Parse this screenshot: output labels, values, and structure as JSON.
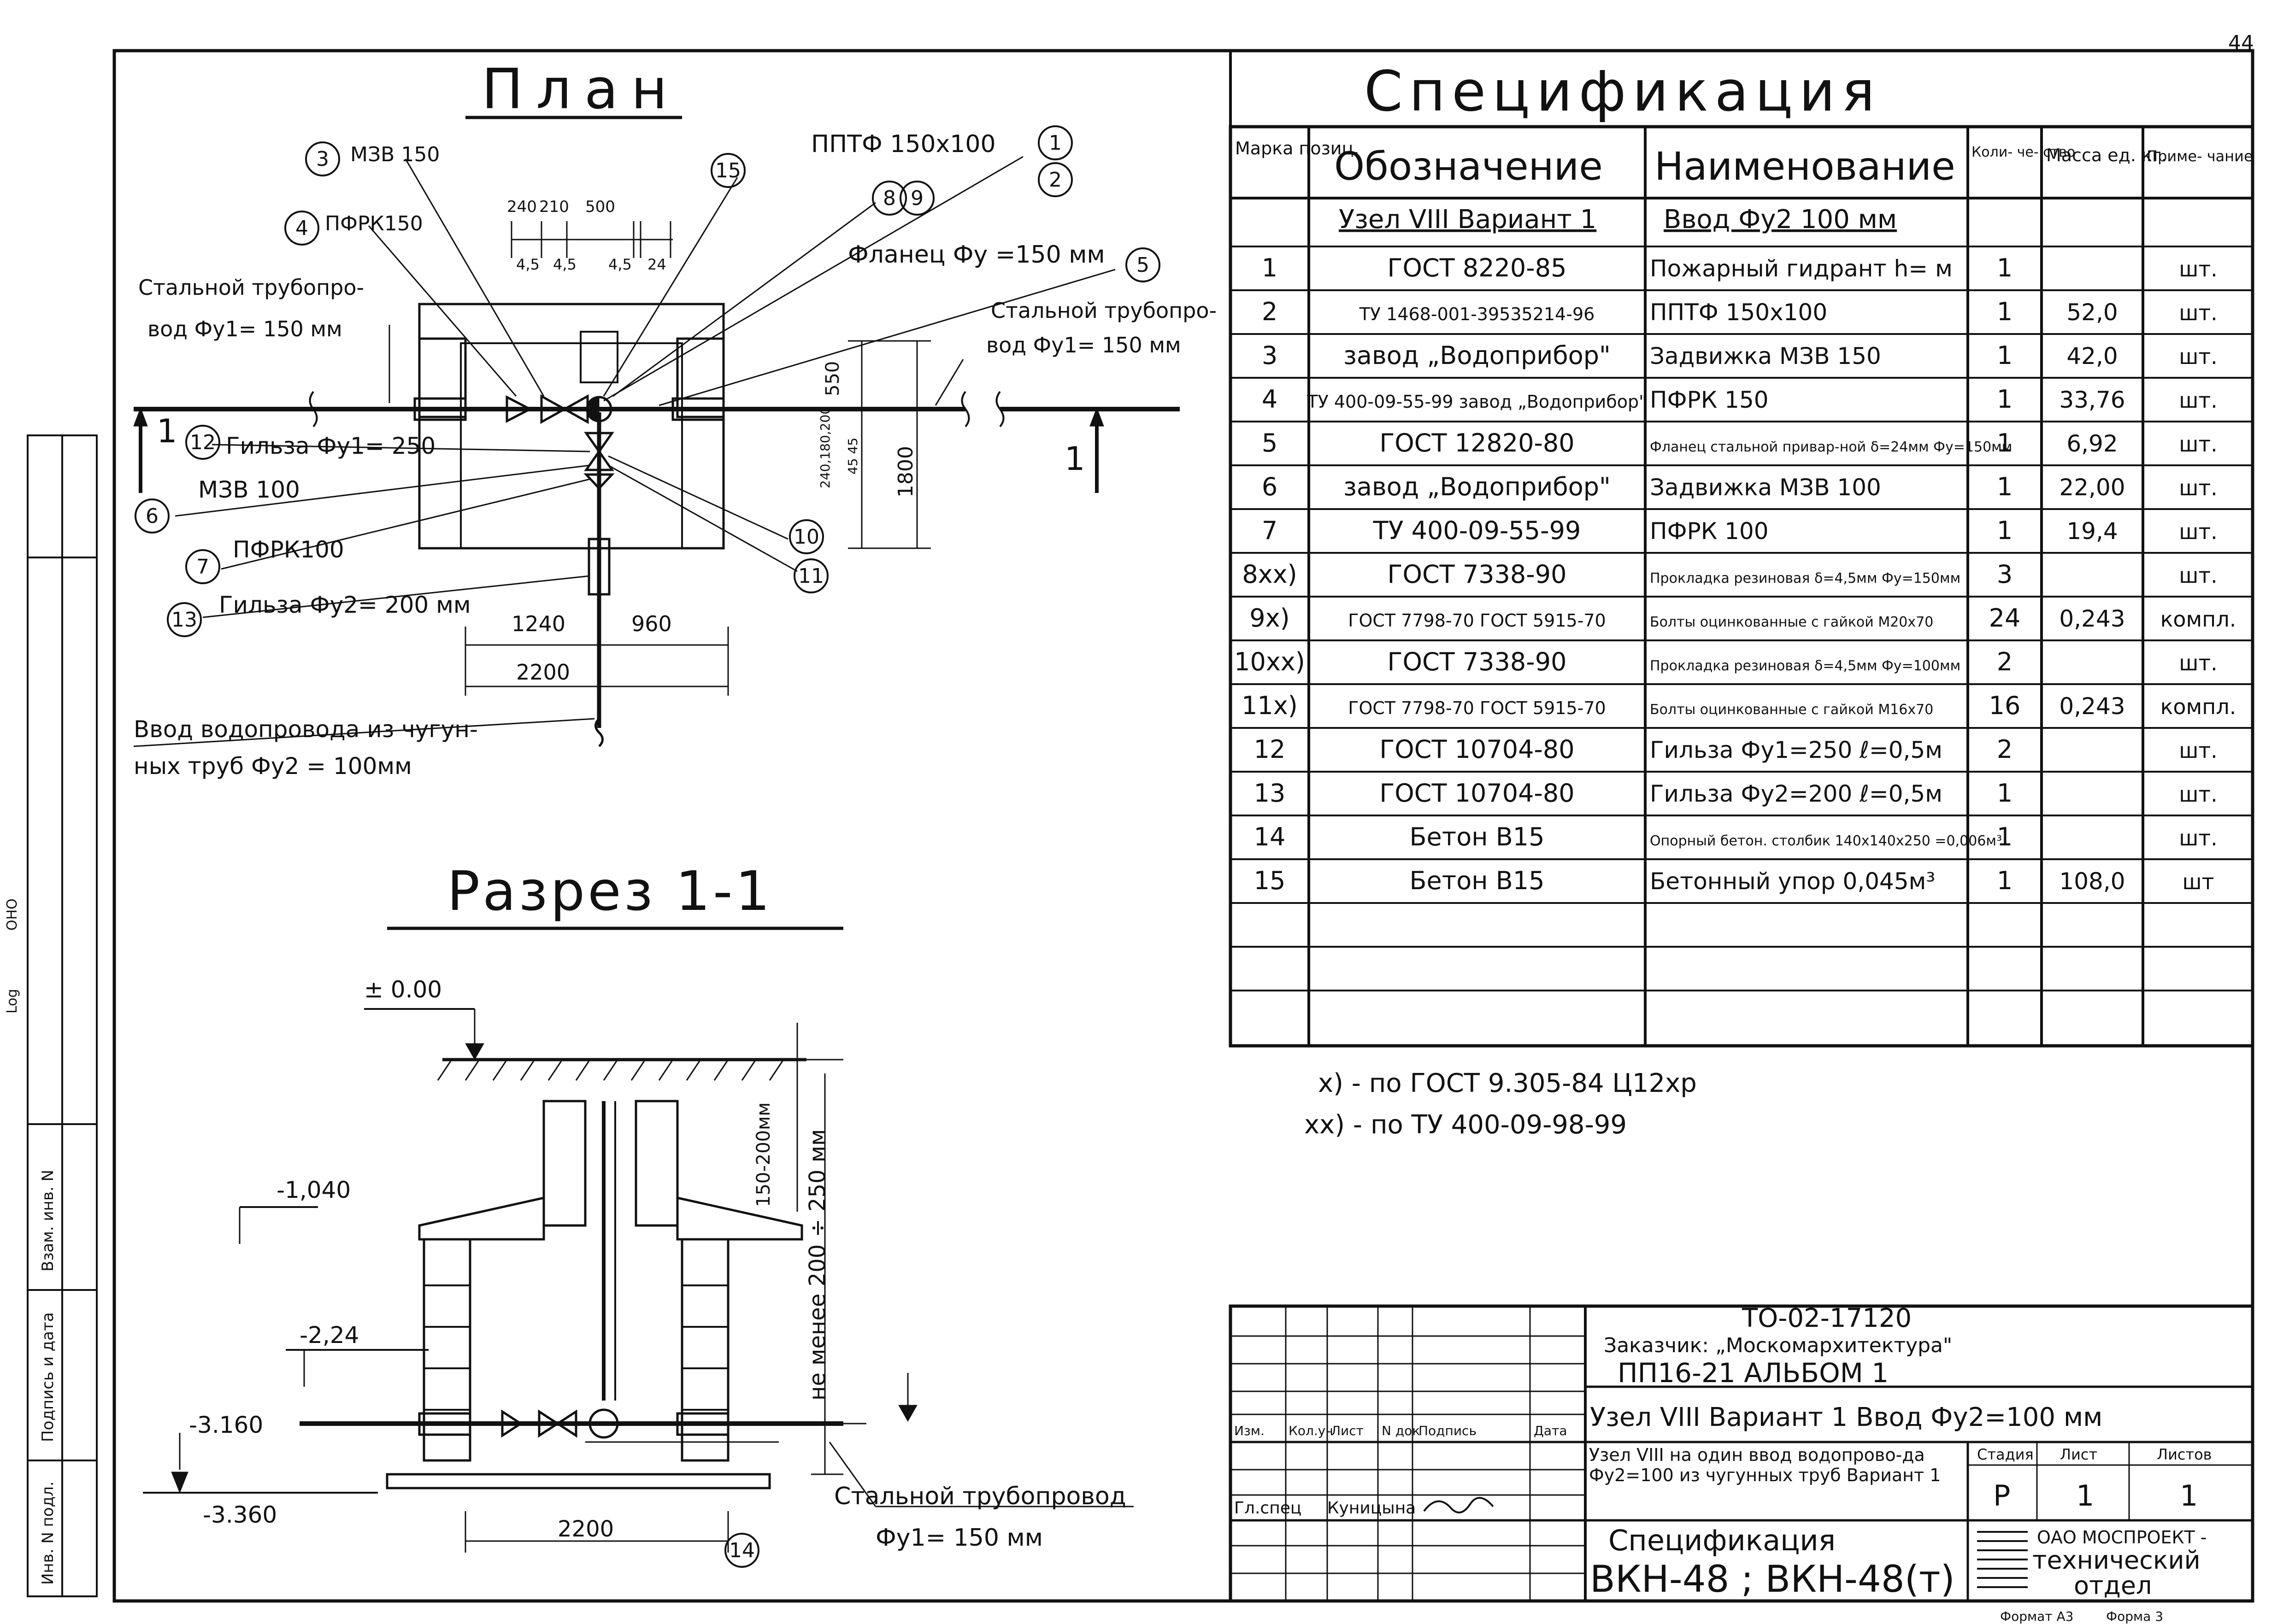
{
  "page_number": "44",
  "plan": {
    "title": "План",
    "labels": {
      "mzv150": "МЗВ 150",
      "pfrk150": "ПФРК150",
      "pptf": "ППТФ 150х100",
      "flange": "Фланец Фу =150 мм",
      "pipe_left_1": "Стальной трубопро-",
      "pipe_left_2": "вод Фу1= 150 мм",
      "pipe_right_1": "Стальной трубопро-",
      "pipe_right_2": "вод Фу1= 150 мм",
      "sleeve250": "Гильза Фу1= 250",
      "mzv100": "МЗВ 100",
      "pfrk100": "ПФРК100",
      "sleeve200": "Гильза Фу2= 200 мм",
      "inlet_1": "Ввод водопровода из чугун-",
      "inlet_2": "ных труб Фу2 = 100мм",
      "section_mark": "1"
    },
    "dims": {
      "d240": "240",
      "d210": "210",
      "d500": "500",
      "d45a": "4,5",
      "d45b": "4,5",
      "d45c": "4,5",
      "d24": "24",
      "d550": "550",
      "d1800": "1800",
      "dsmall": "240,180,200",
      "d4545": "45 45",
      "d1240": "1240",
      "d960": "960",
      "d2200": "2200"
    },
    "callouts": [
      "1",
      "2",
      "3",
      "4",
      "5",
      "6",
      "7",
      "8",
      "9",
      "10",
      "11",
      "12",
      "13",
      "15"
    ]
  },
  "section": {
    "title": "Разрез 1-1",
    "levels": {
      "l0": "± 0.00",
      "l1": "-1,040",
      "l2": "-2,24",
      "l3": "-3.160",
      "l4": "-3.360"
    },
    "dims": {
      "v1": "150-200мм",
      "v2": "не менее 200 ÷ 250 мм",
      "d2200": "2200"
    },
    "pipe_1": "Стальной трубопровод",
    "pipe_2": "Фу1= 150 мм",
    "callout": "14"
  },
  "spec": {
    "title": "Спецификация",
    "headers": {
      "mark": "Марка позиц.",
      "designation": "Обозначение",
      "name": "Наименование",
      "qty": "Коли- че- ство",
      "mass": "Масса ед. кг.",
      "note": "Приме- чание"
    },
    "subheader": {
      "designation": "Узел VIII Вариант 1",
      "name": "Ввод Фу2 100 мм"
    },
    "rows": [
      {
        "pos": "1",
        "designation": "ГОСТ 8220-85",
        "name": "Пожарный гидрант h= м",
        "qty": "1",
        "mass": "",
        "note": "шт."
      },
      {
        "pos": "2",
        "designation": "ТУ 1468-001-39535214-96",
        "name": "ППТФ 150х100",
        "qty": "1",
        "mass": "52,0",
        "note": "шт."
      },
      {
        "pos": "3",
        "designation": "завод „Водоприбор\"",
        "name": "Задвижка МЗВ 150",
        "qty": "1",
        "mass": "42,0",
        "note": "шт."
      },
      {
        "pos": "4",
        "designation": "ТУ 400-09-55-99 завод „Водоприбор\"",
        "name": "ПФРК 150",
        "qty": "1",
        "mass": "33,76",
        "note": "шт."
      },
      {
        "pos": "5",
        "designation": "ГОСТ 12820-80",
        "name": "Фланец стальной привар-ной δ=24мм Фу=150мм",
        "qty": "1",
        "mass": "6,92",
        "note": "шт."
      },
      {
        "pos": "6",
        "designation": "завод „Водоприбор\"",
        "name": "Задвижка МЗВ 100",
        "qty": "1",
        "mass": "22,00",
        "note": "шт."
      },
      {
        "pos": "7",
        "designation": "ТУ 400-09-55-99",
        "name": "ПФРК 100",
        "qty": "1",
        "mass": "19,4",
        "note": "шт."
      },
      {
        "pos": "8xx)",
        "designation": "ГОСТ 7338-90",
        "name": "Прокладка резиновая δ=4,5мм Фу=150мм",
        "qty": "3",
        "mass": "",
        "note": "шт."
      },
      {
        "pos": "9x)",
        "designation": "ГОСТ 7798-70 ГОСТ 5915-70",
        "name": "Болты оцинкованные с гайкой М20х70",
        "qty": "24",
        "mass": "0,243",
        "note": "компл."
      },
      {
        "pos": "10xx)",
        "designation": "ГОСТ 7338-90",
        "name": "Прокладка резиновая δ=4,5мм Фу=100мм",
        "qty": "2",
        "mass": "",
        "note": "шт."
      },
      {
        "pos": "11x)",
        "designation": "ГОСТ 7798-70 ГОСТ 5915-70",
        "name": "Болты оцинкованные с гайкой М16х70",
        "qty": "16",
        "mass": "0,243",
        "note": "компл."
      },
      {
        "pos": "12",
        "designation": "ГОСТ 10704-80",
        "name": "Гильза Фу1=250 ℓ=0,5м",
        "qty": "2",
        "mass": "",
        "note": "шт."
      },
      {
        "pos": "13",
        "designation": "ГОСТ 10704-80",
        "name": "Гильза Фу2=200 ℓ=0,5м",
        "qty": "1",
        "mass": "",
        "note": "шт."
      },
      {
        "pos": "14",
        "designation": "Бетон В15",
        "name": "Опорный бетон. столбик 140х140х250 =0,006м³",
        "qty": "1",
        "mass": "",
        "note": "шт."
      },
      {
        "pos": "15",
        "designation": "Бетон В15",
        "name": "Бетонный упор 0,045м³",
        "qty": "1",
        "mass": "108,0",
        "note": "шт"
      }
    ],
    "footnote_1": "x) - по ГОСТ 9.305-84 Ц12хр",
    "footnote_2": "xx) - по ТУ 400-09-98-99"
  },
  "title_block": {
    "code": "ТО-02-17120",
    "customer": "Заказчик: „Москомархитектура\"",
    "album": "ПП16-21 АЛЬБОМ 1",
    "node": "Узел VIII Вариант 1 Ввод Фу2=100 мм",
    "description": "Узел VIII на один ввод водопрово-да Фу2=100 из чугунных труб Вариант 1",
    "sheet_title": "Спецификация",
    "sheet_code": "ВКН-48 ; ВКН-48(т)",
    "stage_label": "Стадия",
    "sheet_label": "Лист",
    "sheets_label": "Листов",
    "stage": "Р",
    "sheet": "1",
    "sheets": "1",
    "org_1": "ОАО МОСПРОЕКТ -",
    "org_2": "технический",
    "org_3": "отдел",
    "col_labels": [
      "Изм.",
      "Кол.уч",
      "Лист",
      "N док",
      "Подпись",
      "Дата"
    ],
    "role": "Гл.спец",
    "person": "Куницына",
    "format": "Формат А3",
    "form": "Форма 3"
  },
  "stamps": {
    "inv": "Инв. N подл.",
    "sign": "Подпись и дата",
    "vzam": "Взам. инв. N",
    "log": "Log",
    "ono": "ОНО"
  }
}
